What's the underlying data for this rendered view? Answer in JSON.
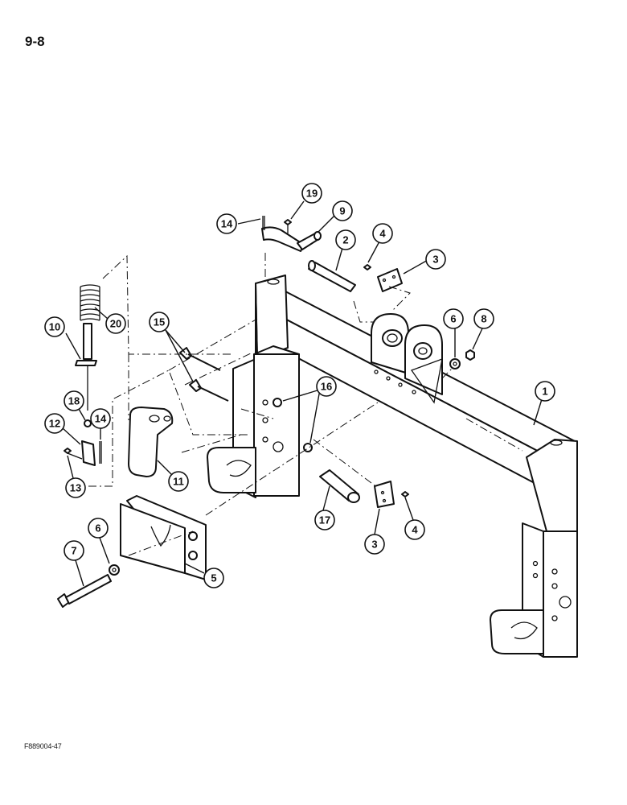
{
  "page_number": "9-8",
  "figure_code": "F889004-47",
  "callouts": [
    "19",
    "14",
    "9",
    "2",
    "4",
    "3",
    "20",
    "10",
    "15",
    "6",
    "8",
    "1",
    "16",
    "18",
    "14",
    "12",
    "13",
    "11",
    "17",
    "3",
    "4",
    "7",
    "6",
    "5"
  ]
}
